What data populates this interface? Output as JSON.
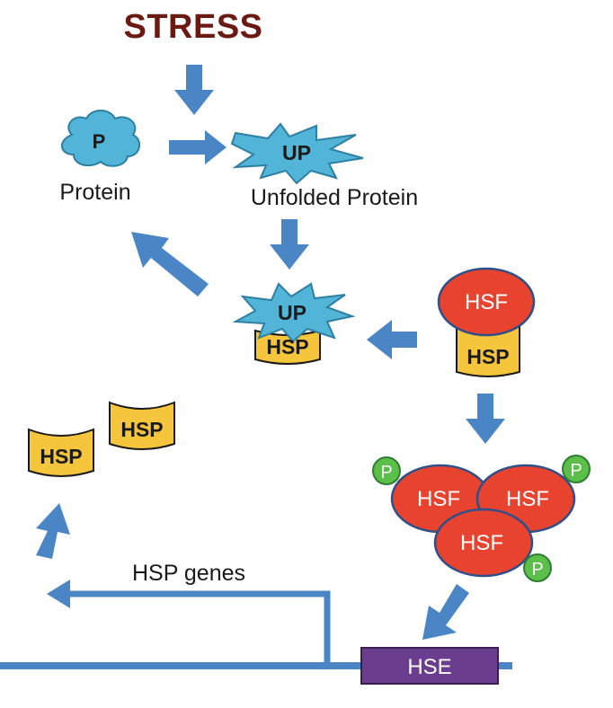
{
  "title": "STRESS",
  "labels": {
    "protein_symbol": "P",
    "protein": "Protein",
    "unfolded_symbol": "UP",
    "unfolded_protein": "Unfolded Protein",
    "complex_up": "UP",
    "complex_hsp": "HSP",
    "hsf_top": "HSF",
    "hsp_bottom": "HSP",
    "trimer_left": "HSF",
    "trimer_right": "HSF",
    "trimer_bottom": "HSF",
    "phospho_tl": "P",
    "phospho_tr": "P",
    "phospho_br": "P",
    "free_hsp_left": "HSP",
    "free_hsp_right": "HSP",
    "hsp_genes": "HSP genes",
    "hse": "HSE"
  },
  "colors": {
    "arrow": "#4a86c5",
    "protein": "#52b4d6",
    "hsp": "#f5c53b",
    "hsf": "#e8432f",
    "phosphate": "#5cbf4a",
    "hse_box": "#6a3d8f",
    "title": "#6b1a12"
  }
}
